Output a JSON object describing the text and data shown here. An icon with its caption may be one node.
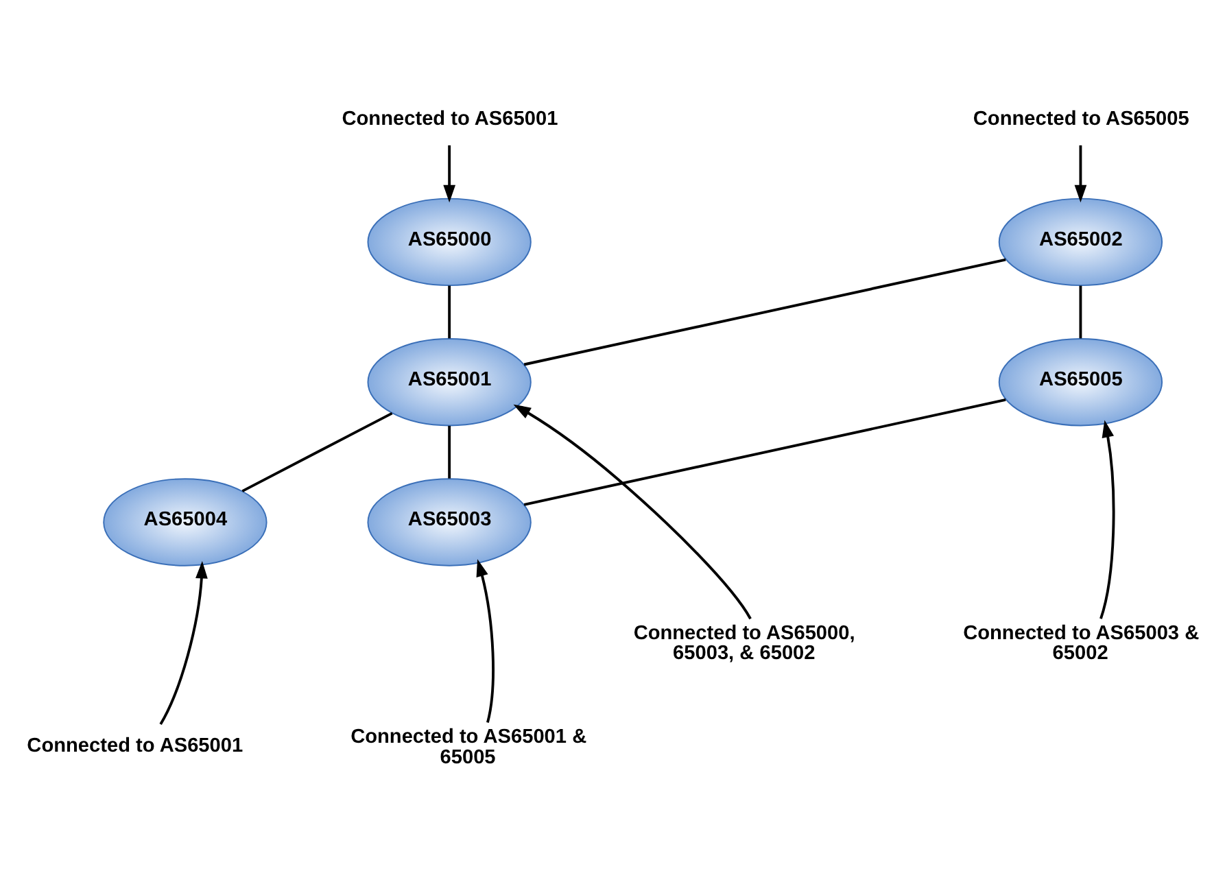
{
  "diagram": {
    "nodes": [
      {
        "text": [
          "Connected to AS65001"
        ]
      },
      {
        "text": [
          "Connected to AS65005"
        ]
      },
      {
        "text": [
          "AS65000"
        ]
      },
      {
        "text": [
          "AS65002"
        ]
      },
      {
        "text": [
          "AS65001"
        ]
      },
      {
        "text": [
          "AS65005"
        ]
      },
      {
        "text": [
          "AS65004"
        ]
      },
      {
        "text": [
          "AS65003"
        ]
      },
      {
        "text": [
          "Connected to AS65000, 65003, & 65002"
        ]
      },
      {
        "text": [
          "Connected to AS65003 & 65002"
        ]
      },
      {
        "text": [
          "Connected to AS65001 & 65005"
        ]
      },
      {
        "text": [
          "Connected to AS65001"
        ]
      }
    ],
    "edges": [
      {
        "from": 0,
        "to": 2,
        "arrow": "to"
      },
      {
        "from": 1,
        "to": 3,
        "arrow": "to"
      },
      {
        "from": 2,
        "to": 4,
        "arrow": "none"
      },
      {
        "from": 4,
        "to": 3,
        "arrow": "none"
      },
      {
        "from": 3,
        "to": 5,
        "arrow": "none"
      },
      {
        "from": 4,
        "to": 6,
        "arrow": "none"
      },
      {
        "from": 4,
        "to": 7,
        "arrow": "none"
      },
      {
        "from": 7,
        "to": 5,
        "arrow": "none"
      },
      {
        "from": 8,
        "to": 4,
        "arrow": "to"
      },
      {
        "from": 9,
        "to": 5,
        "arrow": "to"
      },
      {
        "from": 10,
        "to": 7,
        "arrow": "to"
      },
      {
        "from": 11,
        "to": 6,
        "arrow": "to"
      }
    ]
  }
}
